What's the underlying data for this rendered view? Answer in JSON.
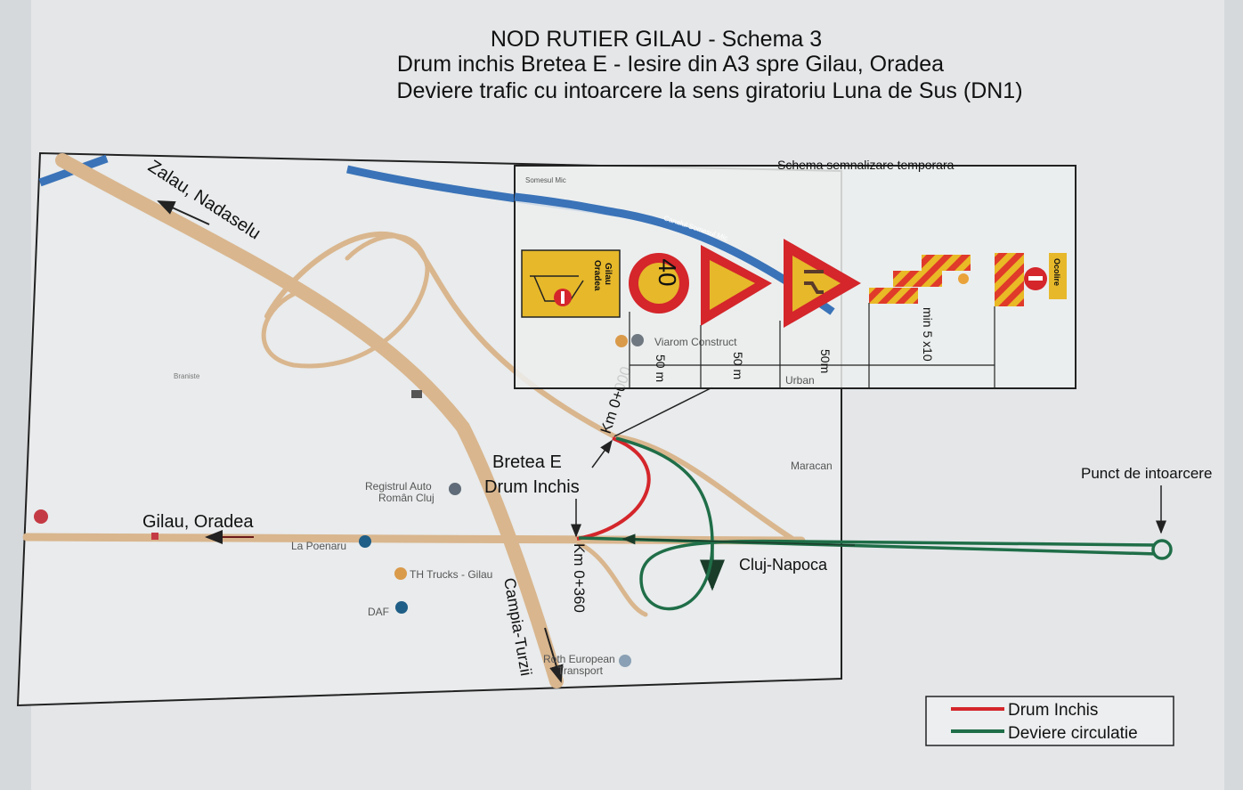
{
  "header": {
    "line1": "NOD RUTIER GILAU - Schema 3",
    "line2": "Drum inchis Bretea E - Iesire din A3 spre Gilau, Oradea",
    "line3": "Deviere trafic cu intoarcere la sens giratoriu Luna de Sus (DN1)"
  },
  "map": {
    "labels": {
      "zalau": "Zalau, Nadaselu",
      "gilau": "Gilau, Oradea",
      "bretea": "Bretea E",
      "drum_inchis": "Drum Inchis",
      "cluj": "Cluj-Napoca",
      "campia": "Campia-Turzii",
      "km0": "Km 0+000",
      "km360": "Km 0+360",
      "punct": "Punct de intoarcere",
      "maracan": "Maracan",
      "braniste": "Braniste"
    },
    "pois": {
      "registrul1": "Registrul Auto",
      "registrul2": "Român Cluj",
      "poenaru": "La Poenaru",
      "th": "TH Trucks - Gilau",
      "daf": "DAF",
      "roth1": "Roth European",
      "roth2": "Transport",
      "viarom": "Viarom Construct",
      "urban": "Urban",
      "somesul": "Somesul Mic",
      "canal": "Canalul Somesul Mic"
    }
  },
  "inset": {
    "title": "Schema semnalizare temporara",
    "sign_panel_top": "Gilau",
    "sign_panel_bottom": "Oradea",
    "speed": "40",
    "dist1": "50 m",
    "dist2": "50 m",
    "dist3": "50m",
    "dist4": "min 5 x10",
    "ocolire": "Ocolire"
  },
  "legend": {
    "items": [
      {
        "label": "Drum Inchis",
        "color": "#d4262b"
      },
      {
        "label": "Deviere circulatie",
        "color": "#1f6e48"
      }
    ]
  }
}
